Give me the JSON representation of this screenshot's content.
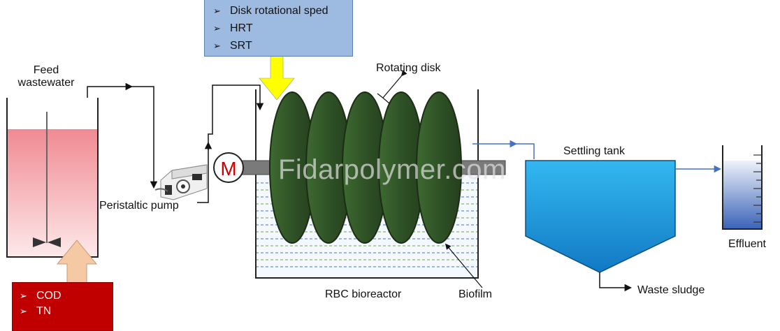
{
  "labels": {
    "feed_line1": "Feed",
    "feed_line2": "wastewater",
    "peristaltic_pump": "Peristaltic pump",
    "rotating_disk": "Rotating disk",
    "settling_tank": "Settling tank",
    "effluent": "Effluent",
    "waste_sludge": "Waste sludge",
    "rbc_bioreactor": "RBC bioreactor",
    "biofilm": "Biofilm",
    "motor": "M",
    "watermark": "Fidarpolymer.com"
  },
  "operating_parameters": [
    "Disk rotational sped",
    "HRT",
    "SRT"
  ],
  "influent_parameters": [
    "COD",
    "TN"
  ],
  "colors": {
    "feed_tank": "#f4a3a8",
    "disk": "#2f5226",
    "settling_tank": "#1c9fe3",
    "param_box": "#9dbbe0",
    "input_box": "#c00000",
    "arrow_yellow": "#ffff00",
    "arrow_peach": "#f5c9a3",
    "flow_line": "#4472c4"
  },
  "icons": [
    "bullet-arrow-icon",
    "peristaltic-pump-icon",
    "motor-icon",
    "mixer-impeller-icon"
  ]
}
